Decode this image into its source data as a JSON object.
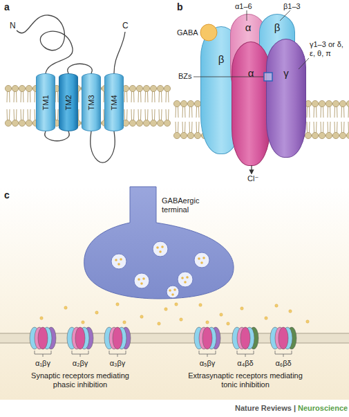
{
  "diagram": {
    "nodes": [
      {
        "text": [
          "TM1"
        ]
      },
      {
        "text": [
          "TM2"
        ]
      },
      {
        "text": [
          "TM3"
        ]
      },
      {
        "text": [
          "TM4"
        ]
      },
      {
        "text": [
          "β"
        ]
      },
      {
        "text": [
          "α"
        ]
      },
      {
        "text": [
          "β"
        ]
      },
      {
        "text": [
          "α"
        ]
      },
      {
        "text": [
          "γ"
        ]
      }
    ],
    "edges": [
      {
        "from": 0,
        "to": 1,
        "arrow": "none"
      },
      {
        "from": 1,
        "to": 2,
        "arrow": "none"
      },
      {
        "from": 2,
        "to": 3,
        "arrow": "none"
      }
    ],
    "labels": [
      "a",
      "N",
      "C",
      "b",
      "α1–6",
      "β1–3",
      "GABA",
      "BZs",
      "γ1–3 or δ, ε, θ, π",
      "Cl⁻",
      "c",
      "GABAergic terminal",
      "α₁βγ",
      "α₂βγ",
      "α₃βγ",
      "α₅βγ",
      "α₄βδ",
      "α₆βδ",
      "Synaptic receptors mediating phasic inhibition",
      "Extrasynaptic receptors mediating tonic inhibition",
      "Nature Reviews |",
      "Neuroscience"
    ]
  }
}
